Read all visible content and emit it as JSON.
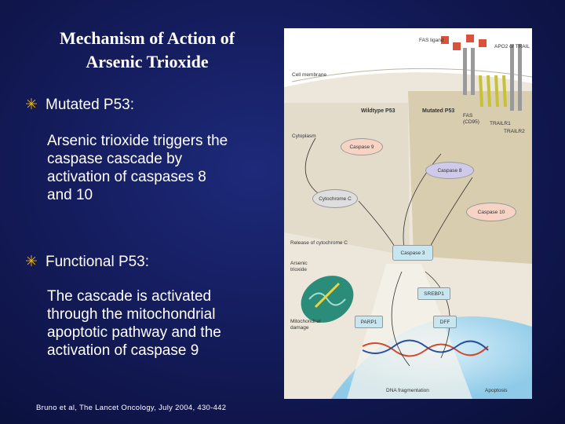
{
  "title": {
    "line1": "Mechanism of Action of",
    "line2": "Arsenic Trioxide"
  },
  "bullets": [
    {
      "icon": "asterisk-bullet-icon",
      "heading": "Mutated P53:",
      "text": [
        "Arsenic trioxide triggers the",
        "caspase cascade by",
        "activation of caspases 8",
        "and 10"
      ]
    },
    {
      "icon": "asterisk-bullet-icon",
      "heading": "Functional P53:",
      "text": [
        "The cascade is activated",
        "through the mitochondrial",
        "apoptotic pathway and the",
        "activation of caspase 9"
      ]
    }
  ],
  "citation": "Bruno et al, The Lancet Oncology, July 2004, 430-442",
  "diagram": {
    "fas_ligand": "FAS ligand",
    "apo2": "APO2 or TRAIL",
    "cell_membrane": "Cell membrane",
    "wildtype": "Wildtype P53",
    "mutated": "Mutated P53",
    "fas": "FAS",
    "cd95": "(CD95)",
    "trailr1": "TRAILR1",
    "trailr2": "TRAILR2",
    "cytoplasm": "Cytoplasm",
    "caspase9": "Caspase 9",
    "caspase8": "Caspase 8",
    "cytochrome": "Cytochrome C",
    "caspase10": "Caspase 10",
    "release": "Release of cytochrome C",
    "caspase3": "Caspase 3",
    "arsenic": "Arsenic",
    "trioxide": "trioxide",
    "srebp1": "SREBP1",
    "parp1": "PARP1",
    "dff": "DFF",
    "mito_damage1": "Mitochondrial",
    "mito_damage2": "damage",
    "dna_frag": "DNA fragmentation",
    "apoptosis": "Apoptosis"
  },
  "colors": {
    "bullet": "#f5b800",
    "background": "#141c5c"
  }
}
